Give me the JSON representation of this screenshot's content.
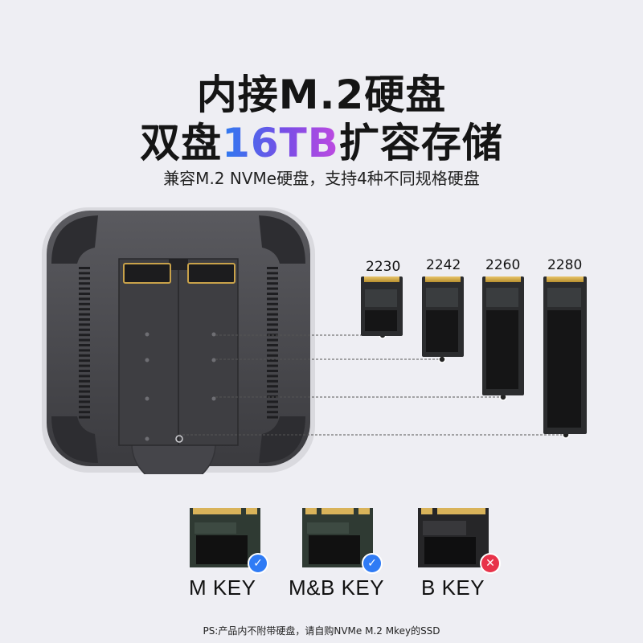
{
  "headline": {
    "line1": "内接M.2硬盘",
    "line2_prefix": "双盘",
    "line2_highlight": "16TB",
    "line2_suffix": "扩容存储",
    "subtitle": "兼容M.2 NVMe硬盘，支持4种不同规格硬盘"
  },
  "ssd_sizes": [
    "2230",
    "2242",
    "2260",
    "2280"
  ],
  "key_types": [
    {
      "label": "M KEY",
      "supported": true
    },
    {
      "label": "M&B KEY",
      "supported": true
    },
    {
      "label": "B KEY",
      "supported": false
    }
  ],
  "note": "PS:产品内不附带硬盘，请自购NVMe M.2 Mkey的SSD",
  "colors": {
    "supported": "#2f7bf5",
    "unsupported": "#e8334a",
    "highlight_start": "#2d7bf0",
    "highlight_end": "#c04ae0"
  }
}
